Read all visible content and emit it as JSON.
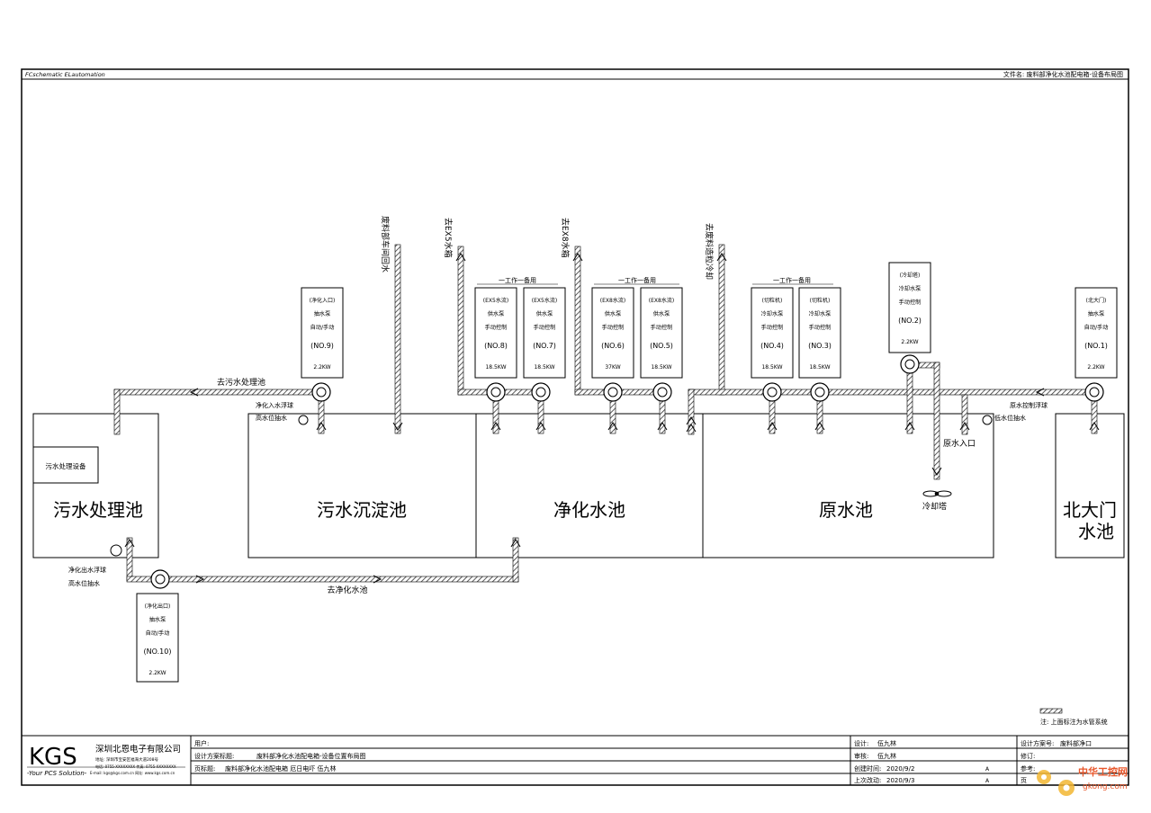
{
  "header": {
    "left": "FCschematic ELautomation",
    "right": "文件名: 废料部净化水池配电箱-设备布局图"
  },
  "tanks": {
    "sewage_treatment": "污水处理池",
    "sewage_settling": "污水沉淀池",
    "clean_water": "净化水池",
    "raw_water": "原水池",
    "north_gate_line1": "北大门",
    "north_gate_line2": "水池",
    "sewage_equipment": "污水处理设备"
  },
  "pipes": {
    "to_sewage_treatment": "去污水处理池",
    "to_clean_water": "去净化水池",
    "return_water": "废料部车间回水",
    "to_ex5": "去EX5水箱",
    "to_ex8": "去EX8水箱",
    "to_cooling": "去废料造粒冷却",
    "raw_inlet": "原水入口",
    "cooling_tower": "冷却塔"
  },
  "floats": {
    "clean_inlet_float": "净化入水浮球",
    "clean_inlet_high": "高水位抽水",
    "clean_outlet_float": "净化出水浮球",
    "clean_outlet_high": "高水位抽水",
    "raw_control_float": "原水控制浮球",
    "raw_low": "低水位抽水"
  },
  "groups": {
    "g1": "一工作一备用",
    "g2": "一工作一备用",
    "g3": "一工作一备用"
  },
  "pumps": {
    "p9": {
      "l1": "(净化入口)",
      "l2": "抽水泵",
      "l3": "自动/手动",
      "no": "(NO.9)",
      "kw": "2.2KW"
    },
    "p8": {
      "l1": "(EX5水流)",
      "l2": "供水泵",
      "l3": "手动控制",
      "no": "(NO.8)",
      "kw": "18.5KW"
    },
    "p7": {
      "l1": "(EX5水流)",
      "l2": "供水泵",
      "l3": "手动控制",
      "no": "(NO.7)",
      "kw": "18.5KW"
    },
    "p6": {
      "l1": "(EX8水流)",
      "l2": "供水泵",
      "l3": "手动控制",
      "no": "(NO.6)",
      "kw": "37KW"
    },
    "p5": {
      "l1": "(EX8水流)",
      "l2": "供水泵",
      "l3": "手动控制",
      "no": "(NO.5)",
      "kw": "18.5KW"
    },
    "p4": {
      "l1": "(切粒机)",
      "l2": "冷却水泵",
      "l3": "手动控制",
      "no": "(NO.4)",
      "kw": "18.5KW"
    },
    "p3": {
      "l1": "(切粒机)",
      "l2": "冷却水泵",
      "l3": "手动控制",
      "no": "(NO.3)",
      "kw": "18.5KW"
    },
    "p2": {
      "l1": "(冷却塔)",
      "l2": "冷却水泵",
      "l3": "手动控制",
      "no": "(NO.2)",
      "kw": "2.2KW"
    },
    "p1": {
      "l1": "(北大门)",
      "l2": "抽水泵",
      "l3": "自动/手动",
      "no": "(NO.1)",
      "kw": "2.2KW"
    },
    "p10": {
      "l1": "(净化出口)",
      "l2": "抽水泵",
      "l3": "自动/手动",
      "no": "(NO.10)",
      "kw": "2.2KW"
    }
  },
  "legend": "注: 上面标注为水管系统",
  "title_block": {
    "logo": "KGS",
    "company": "深圳北恩电子有限公司",
    "address": "地址: 深圳市宝安区福海大道208号",
    "phone": "电话: 0755-XXXXXXXX  传真: 0755-XXXXXXXX",
    "tagline": "-Your PCS Solution-",
    "email": "E-mail: kgs@kgs.com.cn  网址: www.kgs.com.cn",
    "user_label": "用户:",
    "scheme_label": "设计方案标题:",
    "scheme_value": "废料部净化水池配电箱-设备位置布局图",
    "page_label": "页标题:",
    "page_value": "废料部净化水池配电箱   厄日电吓 伍九林",
    "design_label": "设计:",
    "design_value": "伍九林",
    "review_label": "审核:",
    "review_value": "伍九林",
    "created_label": "创建时间:",
    "created_value": "2020/9/2",
    "modified_label": "上次改动:",
    "modified_value": "2020/9/3",
    "proj_label": "设计方案号:",
    "proj_value": "废料部净口",
    "revise_label": "修订:",
    "ref_label": "参考:",
    "page2_label": "页",
    "mark_a": "A",
    "mark_b": "A"
  },
  "watermark": {
    "brand": "中华工控网",
    "url": "gkong.com"
  },
  "colors": {
    "line": "#000000",
    "hatch": "#333333",
    "watermark": "#e8562a",
    "watermark_gear": "#f2b631"
  }
}
